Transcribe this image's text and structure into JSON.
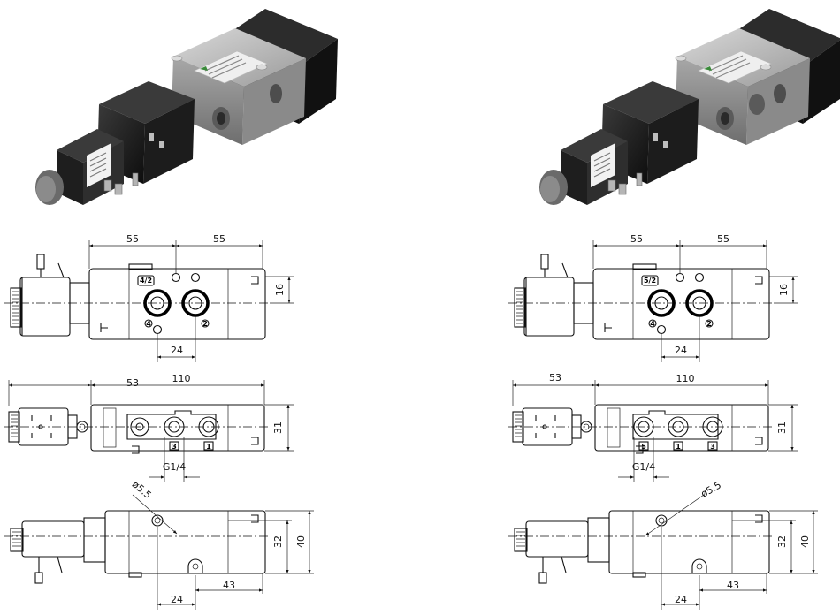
{
  "left_drawing": {
    "top_view": {
      "dim_left": "55",
      "dim_right": "55",
      "dim_height": "16",
      "dim_port_spacing": "24",
      "label_function": "4/2",
      "label_port_a": "4",
      "label_port_b": "2"
    },
    "side_view": {
      "dim_coil": "53",
      "dim_body": "110",
      "dim_height": "31",
      "dim_thread": "G1/4",
      "label_port_p": "3",
      "label_port_e": "1"
    },
    "bottom_view": {
      "dim_hole": "ø5.5",
      "dim_height_inner": "32",
      "dim_height_outer": "40",
      "dim_mount_1": "24",
      "dim_mount_2": "43"
    }
  },
  "right_drawing": {
    "top_view": {
      "dim_left": "55",
      "dim_right": "55",
      "dim_height": "16",
      "dim_port_spacing": "24",
      "label_function": "5/2",
      "label_port_a": "4",
      "label_port_b": "2"
    },
    "side_view": {
      "dim_coil": "53",
      "dim_body": "110",
      "dim_height": "31",
      "dim_thread": "G1/4",
      "label_port_1": "5",
      "label_port_2": "1",
      "label_port_3": "3"
    },
    "bottom_view": {
      "dim_hole": "ø5.5",
      "dim_height_inner": "32",
      "dim_height_outer": "40",
      "dim_mount_1": "24",
      "dim_mount_2": "43"
    }
  }
}
